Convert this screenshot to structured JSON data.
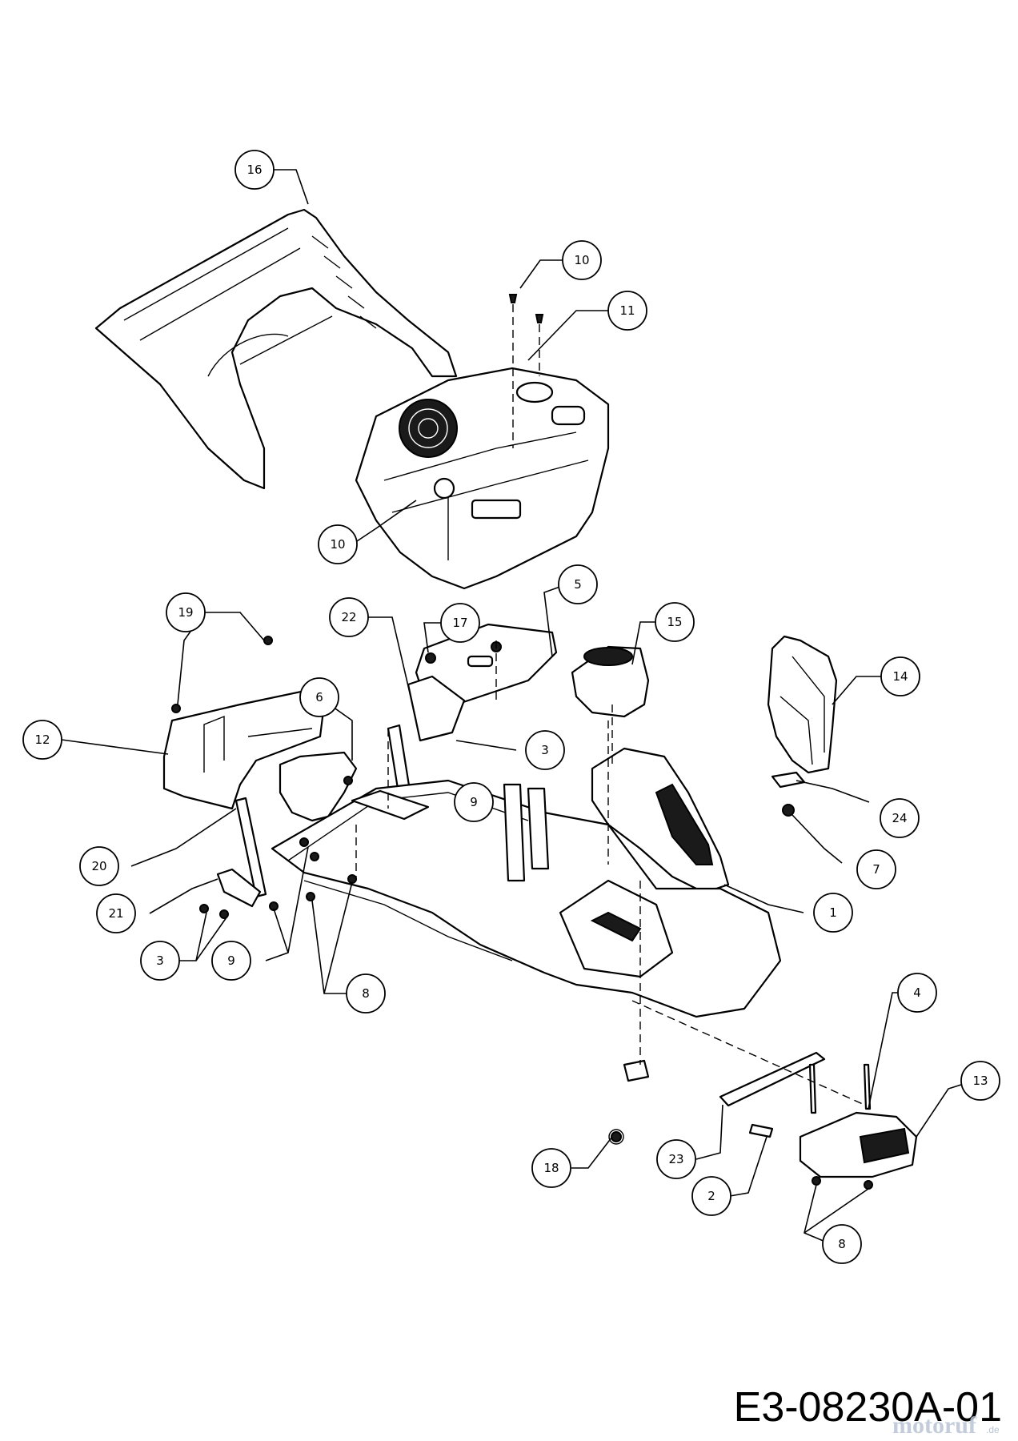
{
  "drawing_code": "E3-08230A-01",
  "watermark": {
    "brand": "motoruf",
    "suffix": ".de"
  },
  "callouts": [
    {
      "label": "16"
    },
    {
      "label": "10"
    },
    {
      "label": "11"
    },
    {
      "label": "10"
    },
    {
      "label": "5"
    },
    {
      "label": "19"
    },
    {
      "label": "22"
    },
    {
      "label": "17"
    },
    {
      "label": "15"
    },
    {
      "label": "14"
    },
    {
      "label": "12"
    },
    {
      "label": "6"
    },
    {
      "label": "3"
    },
    {
      "label": "9"
    },
    {
      "label": "24"
    },
    {
      "label": "7"
    },
    {
      "label": "20"
    },
    {
      "label": "1"
    },
    {
      "label": "21"
    },
    {
      "label": "3"
    },
    {
      "label": "9"
    },
    {
      "label": "8"
    },
    {
      "label": "4"
    },
    {
      "label": "13"
    },
    {
      "label": "18"
    },
    {
      "label": "23"
    },
    {
      "label": "2"
    },
    {
      "label": "8"
    }
  ]
}
